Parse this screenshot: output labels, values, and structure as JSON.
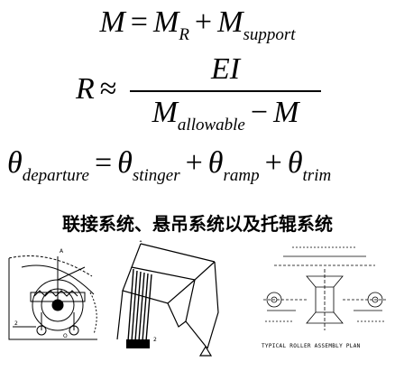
{
  "equations": {
    "eq1": {
      "lhs": "M",
      "eq": "=",
      "t1": "M",
      "t1_sub": "R",
      "plus": "+",
      "t2": "M",
      "t2_sub": "support"
    },
    "eq2": {
      "lhs": "R",
      "approx": "≈",
      "numerator": "EI",
      "den_t1": "M",
      "den_t1_sub": "allowable",
      "minus": "−",
      "den_t2": "M"
    },
    "eq3": {
      "lhs": "θ",
      "lhs_sub": "departure",
      "eq": "=",
      "t1": "θ",
      "t1_sub": "stinger",
      "plus1": "+",
      "t2": "θ",
      "t2_sub": "ramp",
      "plus2": "+",
      "t3": "θ",
      "t3_sub": "trim"
    }
  },
  "caption": "联接系统、悬吊系统以及托辊系统",
  "figures": {
    "roller_plan_caption": "TYPICAL ROLLER ASSEMBLY PLAN"
  }
}
